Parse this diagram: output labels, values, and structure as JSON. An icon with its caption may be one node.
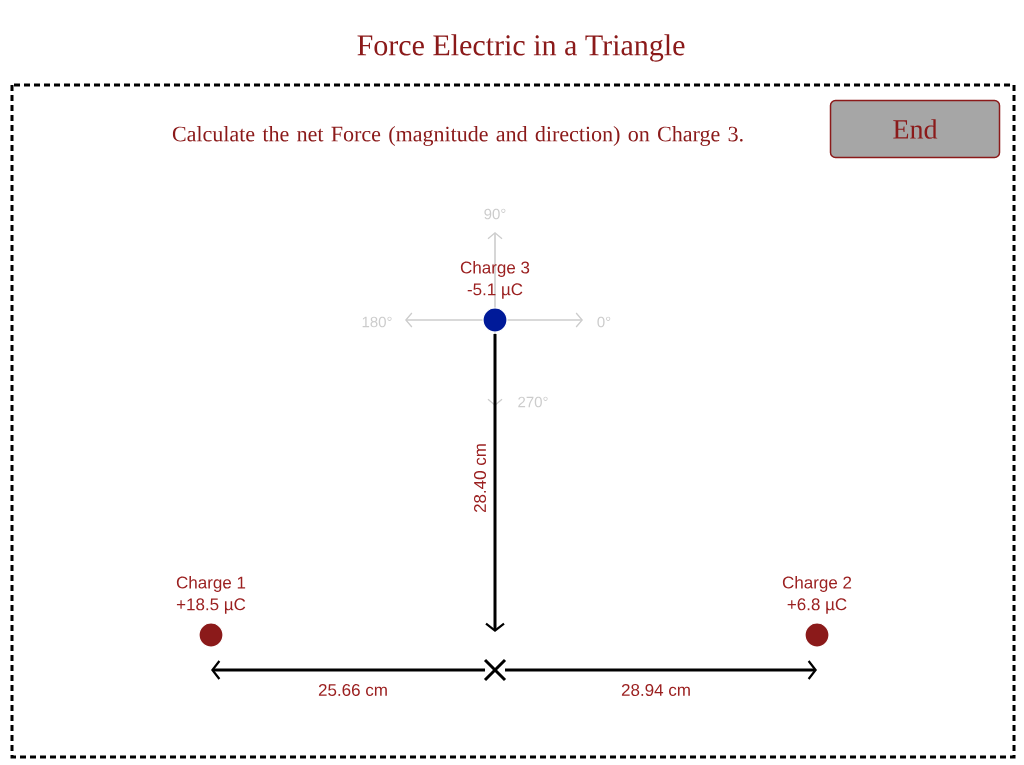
{
  "diagram": {
    "title": "Force Electric in a Triangle",
    "nodes": [
      {
        "text": [
          "End"
        ]
      },
      {
        "text": [
          "Charge 3",
          "-5.1 µC"
        ]
      },
      {
        "text": [
          "Charge 1",
          "+18.5 µC"
        ]
      },
      {
        "text": [
          "Charge 2",
          "+6.8 µC"
        ]
      }
    ],
    "labels": [
      "Calculate the net Force (magnitude and direction) on Charge 3.",
      "90°",
      "180°",
      "0°",
      "270°",
      "28.40 cm",
      "25.66 cm",
      "28.94 cm"
    ]
  }
}
